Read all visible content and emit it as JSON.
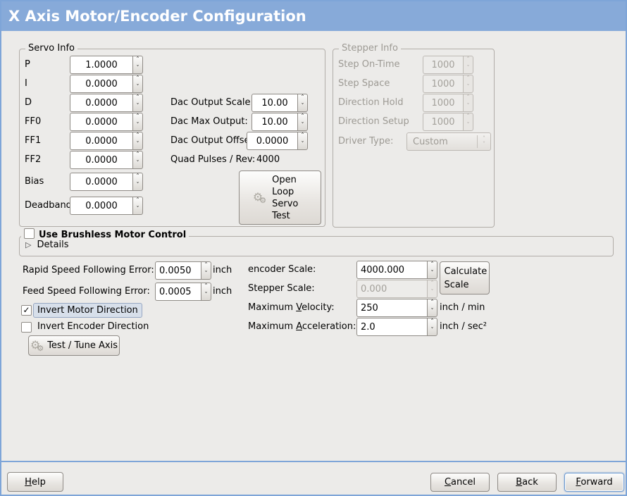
{
  "window": {
    "title": "X Axis Motor/Encoder Configuration"
  },
  "icons": {
    "spin_up": "˄",
    "spin_down": "˅",
    "gear": "⚙",
    "check": "✓",
    "expander_collapsed": "▷"
  },
  "colors": {
    "titlebar": "#87AAD9",
    "window_border": "#7EA5D8",
    "background": "#ECEBE9",
    "focus_highlight": "#D7DFEA",
    "entry_bg": "#FFFFFF",
    "disabled_text": "#9D9A94"
  },
  "servo_info": {
    "legend": "Servo Info",
    "fields": [
      {
        "label": "P",
        "value": "1.0000"
      },
      {
        "label": "I",
        "value": "0.0000"
      },
      {
        "label": "D",
        "value": "0.0000"
      },
      {
        "label": "FF0",
        "value": "0.0000"
      },
      {
        "label": "FF1",
        "value": "0.0000"
      },
      {
        "label": "FF2",
        "value": "0.0000"
      },
      {
        "label": "Bias",
        "value": "0.0000"
      },
      {
        "label": "Deadband",
        "value": "0.0000"
      }
    ]
  },
  "dac": {
    "rows": [
      {
        "label": "Dac Output Scale:",
        "value": "10.00"
      },
      {
        "label": "Dac Max Output:",
        "value": "10.00"
      },
      {
        "label": "Dac Output Offset:",
        "value": "0.0000"
      }
    ],
    "quad_label": "Quad Pulses / Rev:",
    "quad_value": "4000",
    "open_loop_button": "Open Loop Servo Test"
  },
  "stepper_info": {
    "legend": "Stepper Info",
    "fields": [
      {
        "label": "Step On-Time",
        "value": "1000"
      },
      {
        "label": "Step Space",
        "value": "1000"
      },
      {
        "label": "Direction Hold",
        "value": "1000"
      },
      {
        "label": "Direction Setup",
        "value": "1000"
      }
    ],
    "driver_type_label": "Driver Type:",
    "driver_type_value": "Custom"
  },
  "brushless": {
    "checkbox_label": "Use Brushless Motor Control",
    "details_label": "Details"
  },
  "following_error": {
    "rapid_label": "Rapid Speed Following Error:",
    "rapid_value": "0.0050",
    "rapid_unit": "inch",
    "feed_label": "Feed Speed Following Error:",
    "feed_value": "0.0005",
    "feed_unit": "inch"
  },
  "invert": {
    "motor_label": "Invert Motor Direction",
    "encoder_label": "Invert Encoder Direction"
  },
  "test_tune_button": "Test / Tune Axis",
  "scale": {
    "encoder_label": "encoder Scale:",
    "encoder_value": "4000.000",
    "calculate_button": "Calculate Scale",
    "stepper_label": "Stepper Scale:",
    "stepper_value": "0.000",
    "velocity_label_pre": "Maximum ",
    "velocity_label_u": "V",
    "velocity_label_rest": "elocity:",
    "velocity_value": "250",
    "velocity_unit": "inch / min",
    "accel_label_pre": "Maximum ",
    "accel_label_u": "A",
    "accel_label_rest": "cceleration:",
    "accel_value": "2.0",
    "accel_unit": "inch / sec²"
  },
  "action_bar": {
    "help_u": "H",
    "help_rest": "elp",
    "cancel_u": "C",
    "cancel_rest": "ancel",
    "back_u": "B",
    "back_rest": "ack",
    "forward_u": "F",
    "forward_rest": "orward"
  }
}
